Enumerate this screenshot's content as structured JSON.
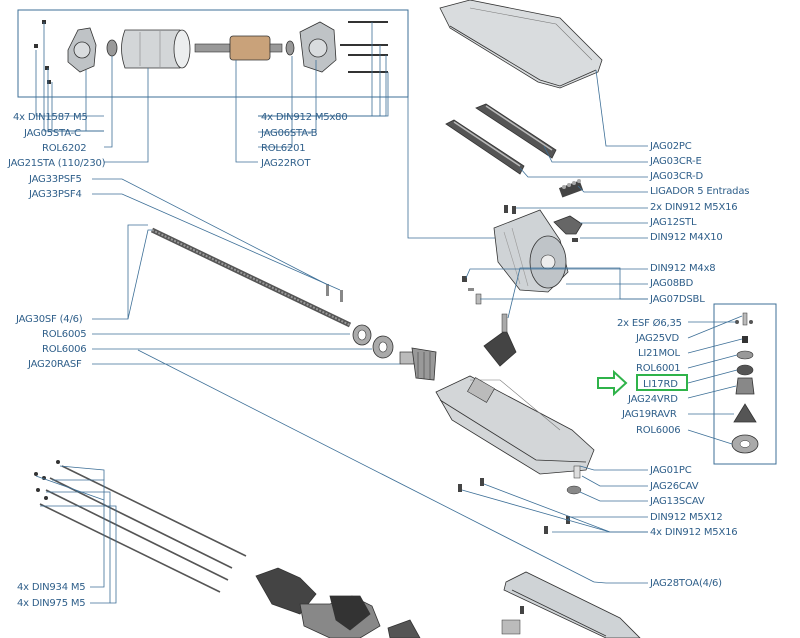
{
  "labels": {
    "din1587": "4x DIN1587 M5",
    "jag05": "JAG05STA-C",
    "rol6202": "ROL6202",
    "jag21": "JAG21STA (110/230)",
    "din912_m5x80": "4x DIN912 M5x80",
    "jag06": "JAG06STA-B",
    "rol6201": "ROL6201",
    "jag22": "JAG22ROT",
    "jag33_5": "JAG33PSF5",
    "jag33_4": "JAG33PSF4",
    "jag02pc": "JAG02PC",
    "jag03cre": "JAG03CR-E",
    "jag03crd": "JAG03CR-D",
    "ligador": "LIGADOR 5 Entradas",
    "din912_m5x16_2": "2x DIN912 M5X16",
    "jag12": "JAG12STL",
    "din912_m4x10": "DIN912 M4X10",
    "din912_m4x8": "DIN912 M4x8",
    "jag08": "JAG08BD",
    "jag07": "JAG07DSBL",
    "esf": "2x ESF Ø6,35",
    "jag25": "JAG25VD",
    "li21": "LI21MOL",
    "rol6001": "ROL6001",
    "li17": "LI17RD",
    "jag24": "JAG24VRD",
    "jag19": "JAG19RAVR",
    "rol6006b": "ROL6006",
    "jag30": "JAG30SF (4/6)",
    "rol6005": "ROL6005",
    "rol6006": "ROL6006",
    "jag20": "JAG20RASF",
    "jag01": "JAG01PC",
    "jag26": "JAG26CAV",
    "jag13": "JAG13SCAV",
    "din912_m5x12": "DIN912 M5X12",
    "din912_m5x16_4": "4x DIN912 M5X16",
    "din934": "4x DIN934 M5",
    "din975": "4x DIN975 M5",
    "jag28": "JAG28TOA(4/6)"
  },
  "colors": {
    "label": "#2f5f8a",
    "leader": "#3d6f97",
    "highlight": "#2fb34a"
  }
}
